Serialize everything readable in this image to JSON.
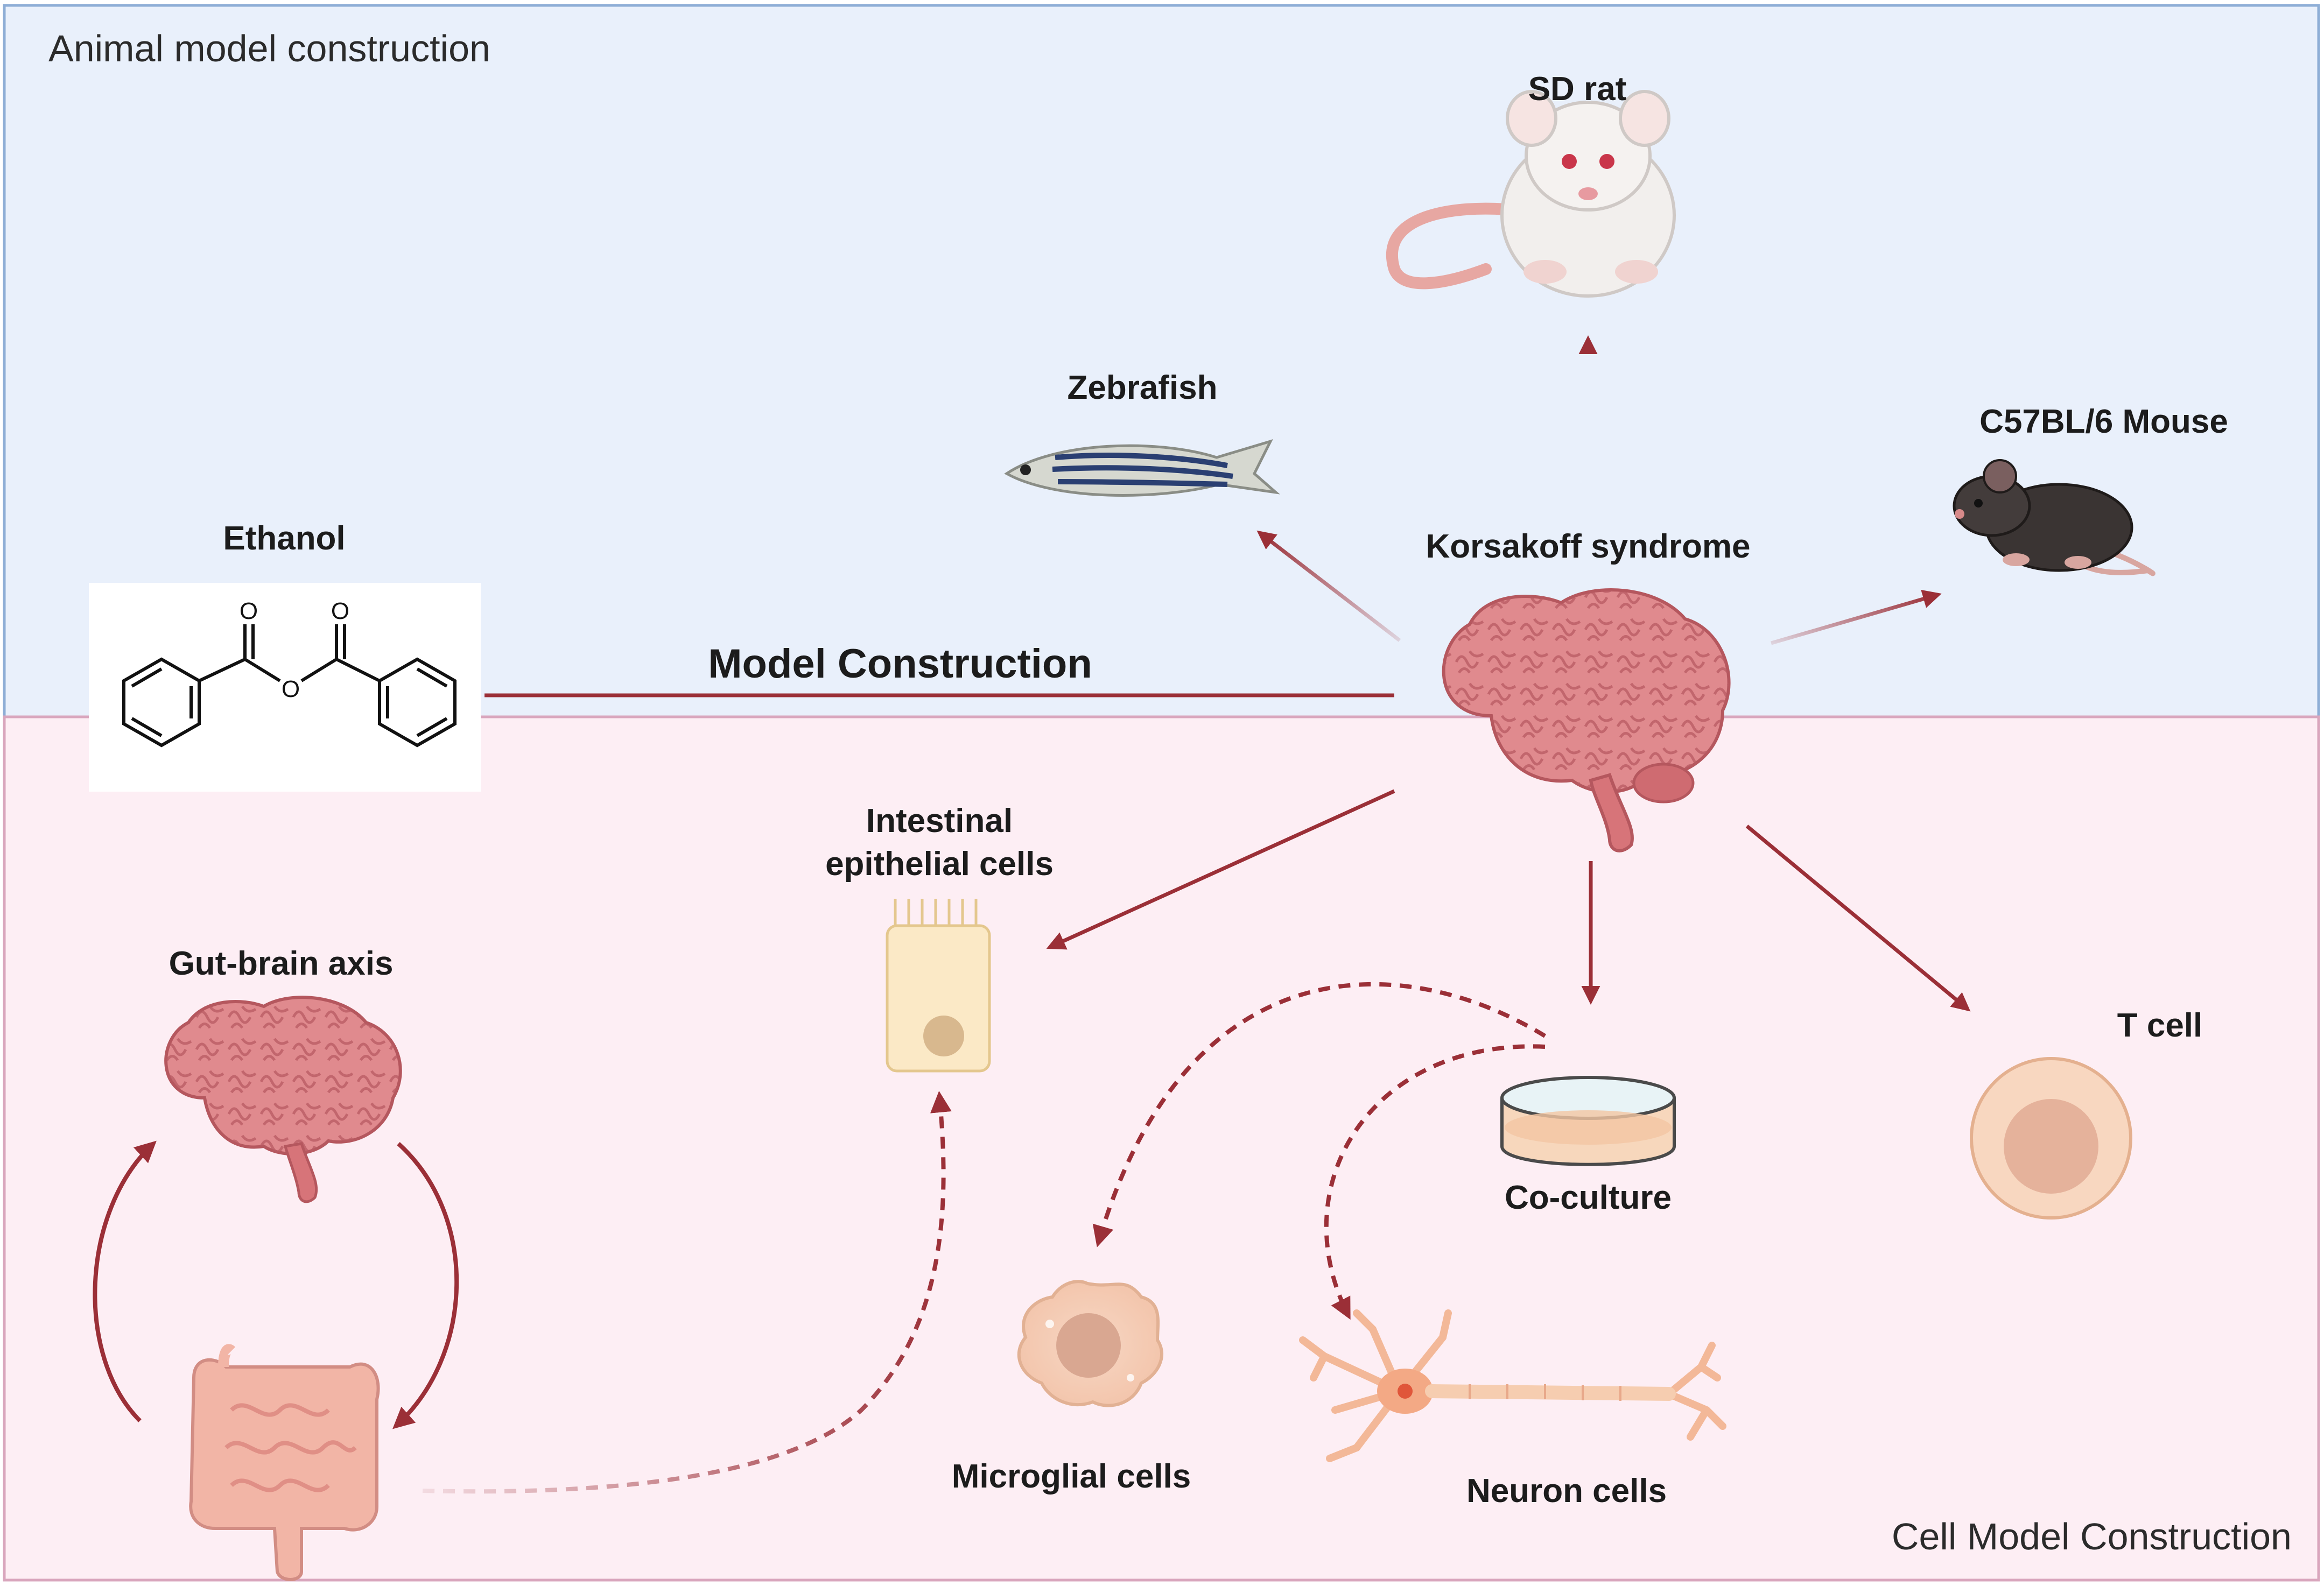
{
  "regions": {
    "top_title": "Animal model construction",
    "bottom_title": "Cell Model Construction"
  },
  "center": {
    "label": "Korsakoff syndrome",
    "link_label": "Model Construction"
  },
  "inducer": {
    "label": "Ethanol",
    "o1": "O",
    "o2": "O",
    "o3": "O"
  },
  "animals": {
    "rat": "SD rat",
    "zebrafish": "Zebrafish",
    "mouse": "C57BL/6 Mouse"
  },
  "cells": {
    "intestinal_line1": "Intestinal",
    "intestinal_line2": "epithelial cells",
    "coculture": "Co-culture",
    "tcell": "T cell",
    "microglia": "Microglial cells",
    "neuron": "Neuron cells"
  },
  "gut_brain": {
    "label": "Gut-brain axis"
  },
  "colors": {
    "top_bg": "#e9f0fb",
    "top_border": "#8eaed6",
    "bottom_bg": "#fdeef4",
    "bottom_border": "#d9a6bd",
    "arrow": "#9b2f37",
    "brain": "#d9787c"
  }
}
